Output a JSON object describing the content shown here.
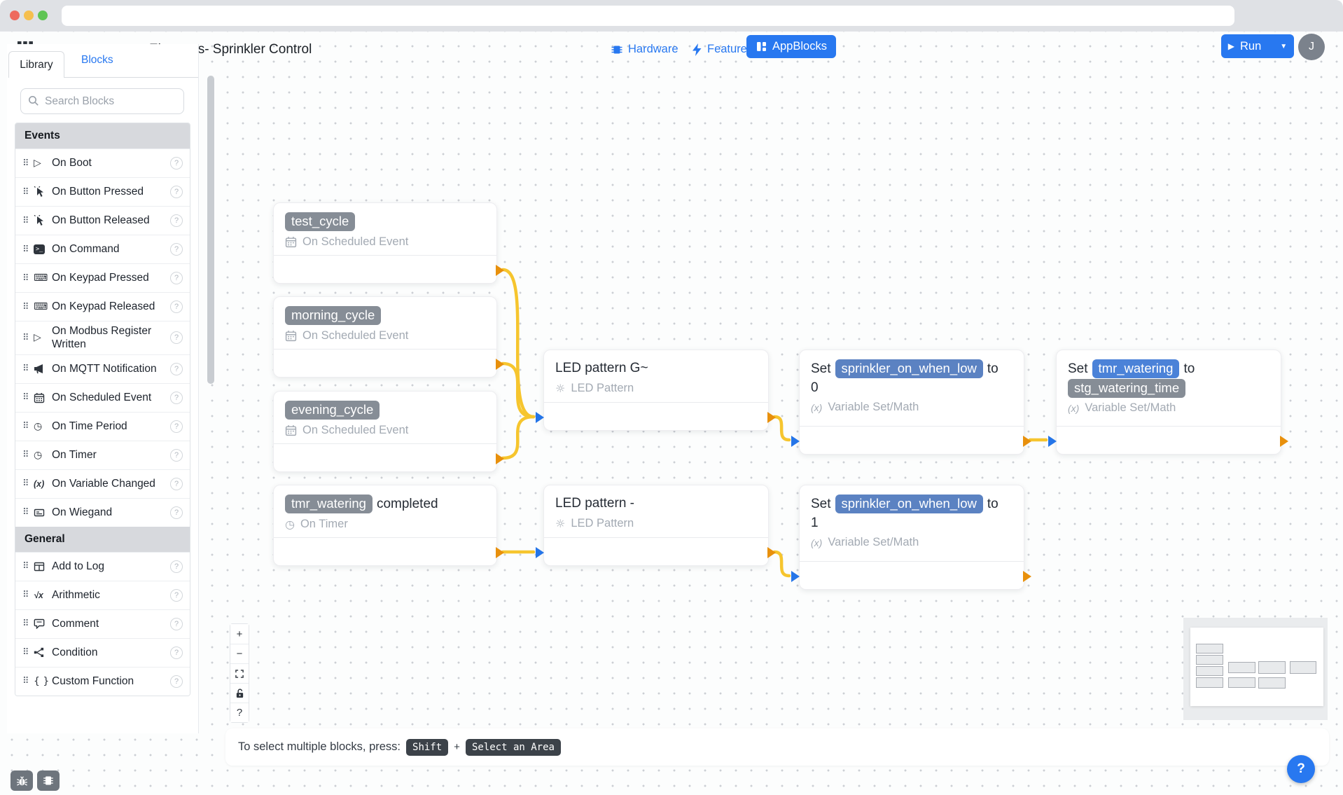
{
  "header": {
    "app_menu_label": "AppBlocks",
    "page_title": "Elements- Sprinkler Control",
    "nav": {
      "hardware": "Hardware",
      "features": "Features",
      "appblocks": "AppBlocks"
    },
    "run_label": "Run",
    "avatar_initial": "J"
  },
  "sidebar": {
    "tabs": {
      "library": "Library",
      "blocks": "Blocks"
    },
    "search_placeholder": "Search Blocks",
    "help_glyph": "?",
    "sections": [
      {
        "title": "Events",
        "items": [
          {
            "label": "On Boot"
          },
          {
            "label": "On Button Pressed"
          },
          {
            "label": "On Button Released"
          },
          {
            "label": "On Command"
          },
          {
            "label": "On Keypad Pressed"
          },
          {
            "label": "On Keypad Released"
          },
          {
            "label": "On Modbus Register Written"
          },
          {
            "label": "On MQTT Notification"
          },
          {
            "label": "On Scheduled Event"
          },
          {
            "label": "On Time Period"
          },
          {
            "label": "On Timer"
          },
          {
            "label": "On Variable Changed"
          },
          {
            "label": "On Wiegand"
          }
        ]
      },
      {
        "title": "General",
        "items": [
          {
            "label": "Add to Log"
          },
          {
            "label": "Arithmetic"
          },
          {
            "label": "Comment"
          },
          {
            "label": "Condition"
          },
          {
            "label": "Custom Function"
          }
        ]
      }
    ]
  },
  "icons": {
    "drag_handle": "⠿",
    "boot": "▷",
    "keypad": "⌨",
    "clock": "◷",
    "variable": "(x)",
    "arithmetic": "√x",
    "braces": "{ }",
    "terminal": ">_",
    "sun": "☼"
  },
  "canvas": {
    "blocks": {
      "test_cycle": {
        "name": "test_cycle",
        "subtitle": "On Scheduled Event"
      },
      "morning_cycle": {
        "name": "morning_cycle",
        "subtitle": "On Scheduled Event"
      },
      "evening_cycle": {
        "name": "evening_cycle",
        "subtitle": "On Scheduled Event"
      },
      "tmr_watering_completed": {
        "name": "tmr_watering",
        "suffix": "completed",
        "subtitle": "On Timer"
      },
      "led_pattern_g": {
        "title": "LED pattern G~",
        "subtitle": "LED Pattern"
      },
      "led_pattern_dash": {
        "title": "LED pattern -",
        "subtitle": "LED Pattern"
      },
      "set_low_0": {
        "prefix": "Set",
        "variable": "sprinkler_on_when_low",
        "mid": "to",
        "value": "0",
        "subtitle": "Variable Set/Math"
      },
      "set_low_1": {
        "prefix": "Set",
        "variable": "sprinkler_on_when_low",
        "mid": "to",
        "value": "1",
        "subtitle": "Variable Set/Math"
      },
      "set_tmr": {
        "prefix": "Set",
        "variable": "tmr_watering",
        "mid": "to",
        "value_pill": "stg_watering_time",
        "subtitle": "Variable Set/Math"
      }
    },
    "controls": {
      "zoom_in": "+",
      "zoom_out": "−",
      "help": "?"
    },
    "hint": {
      "prefix": "To select multiple blocks, press:",
      "key_shift": "Shift",
      "joiner": "+",
      "key_area": "Select an Area"
    },
    "fab_help": "?"
  },
  "colors": {
    "accent_blue": "#2878f0",
    "wire_yellow": "#f6c52e",
    "port_output_orange": "#e8900c",
    "port_input_blue": "#2575e8",
    "pill_gray": "#868d96",
    "pill_blue_muted": "#5b82c2",
    "pill_blue_bright": "#4b82d8"
  }
}
